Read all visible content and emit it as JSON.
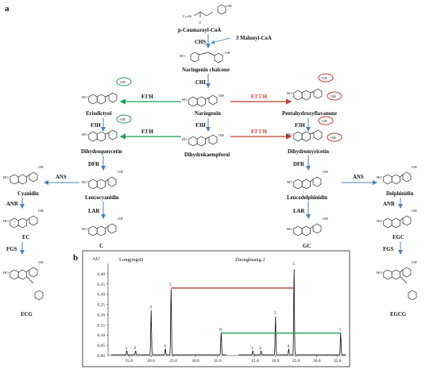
{
  "panel_labels": {
    "a": "a",
    "b": "b"
  },
  "compounds": {
    "coa": "CoAS",
    "oh": "OH",
    "ho": "HO",
    "o": "O",
    "p_coumaroyl": "p-Coumaroyl-CoA",
    "malonyl": "3 Malonyl-CoA",
    "naringenin_chalcone": "Naringenin chalcone",
    "naringenin": "Naringenin",
    "eriodictyol": "Eriodictyol",
    "pentahydroxyflavanone": "Pentahydroxyflavanone",
    "dihydroquercetin": "Dihydroquercetin",
    "dihydrokaempferol": "Dihydrokaempferol",
    "dihydromyricetin": "Dihydromyricetin",
    "leucocyanidin": "Leucocyanidin",
    "leucodelphinidin": "Leucodelphinidin",
    "cyanidin": "Cyanidin",
    "delphinidin": "Delphinidin",
    "c": "C",
    "gc": "GC",
    "ec": "EC",
    "egc": "EGC",
    "ecg": "ECG",
    "egcg": "EGCG"
  },
  "enzymes": {
    "chs": "CHS",
    "chi": "CHI",
    "f3h": "F3H",
    "f3ph": "F3'H",
    "f35h": "F3'5'H",
    "dfr": "DFR",
    "lar": "LAR",
    "ans": "ANS",
    "anr": "ANR",
    "fgs": "FGS"
  },
  "colors": {
    "green": "#1e9e55",
    "red": "#c0392b",
    "blue": "#4a7fc1",
    "black": "#111111"
  },
  "chart_data": {
    "type": "line",
    "ylabel": "AU",
    "sample_labels": [
      "Longjing43",
      "Zhonghuang 2"
    ],
    "y_ticks": [
      0.0,
      0.05,
      0.1,
      0.15,
      0.2,
      0.25,
      0.3,
      0.35,
      0.4
    ],
    "x_ticks": [
      15.0,
      20.0,
      25.0,
      30.0,
      35.0
    ],
    "ylim": [
      0,
      0.45
    ],
    "xlim": [
      11,
      37
    ],
    "series": [
      {
        "name": "Longjing43",
        "peaks": [
          {
            "label": "1",
            "x": 14.5,
            "y": 0.02
          },
          {
            "label": "2",
            "x": 16.5,
            "y": 0.02
          },
          {
            "label": "3",
            "x": 20.0,
            "y": 0.22
          },
          {
            "label": "4",
            "x": 23.2,
            "y": 0.03
          },
          {
            "label": "5",
            "x": 24.5,
            "y": 0.33
          },
          {
            "label": "6",
            "x": 35.8,
            "y": 0.11
          }
        ]
      },
      {
        "name": "Zhonghuang 2",
        "peaks": [
          {
            "label": "1",
            "x": 14.5,
            "y": 0.02
          },
          {
            "label": "2",
            "x": 16.5,
            "y": 0.02
          },
          {
            "label": "3",
            "x": 20.0,
            "y": 0.19
          },
          {
            "label": "4",
            "x": 23.2,
            "y": 0.03
          },
          {
            "label": "5",
            "x": 24.5,
            "y": 0.43
          },
          {
            "label": "6",
            "x": 35.8,
            "y": 0.11
          }
        ]
      }
    ],
    "comparison_lines": [
      {
        "peak": "5",
        "color": "#c0392b"
      },
      {
        "peak": "6",
        "color": "#1e9e55"
      }
    ]
  }
}
